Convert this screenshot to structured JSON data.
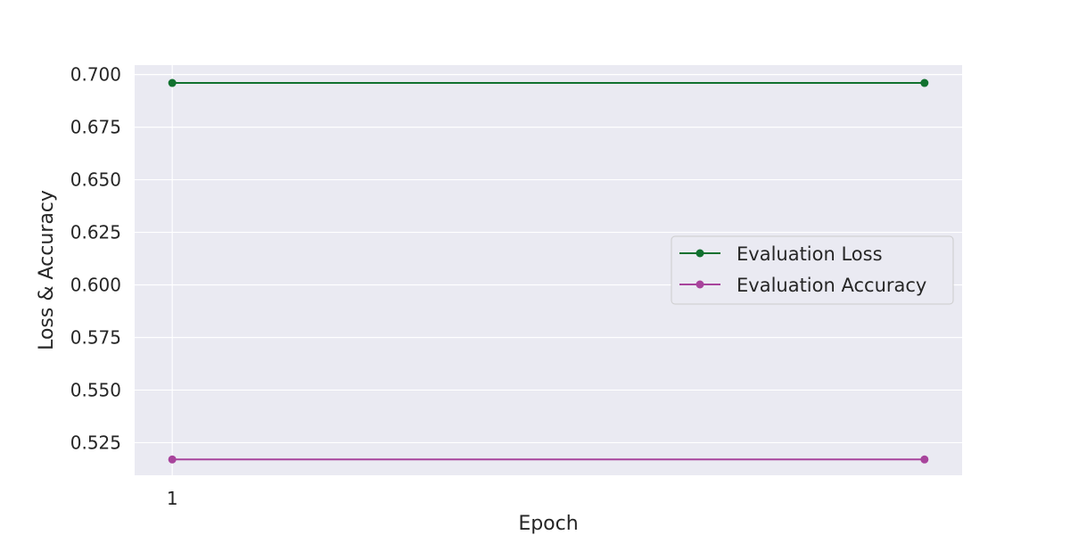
{
  "chart_data": {
    "type": "line",
    "xlabel": "Epoch",
    "ylabel": "Loss & Accuracy",
    "x": [
      1,
      2
    ],
    "x_tick_labels": [
      "1"
    ],
    "xlim": [
      0.95,
      2.05
    ],
    "ylim": [
      0.5095,
      0.7045
    ],
    "y_ticks": [
      0.525,
      0.55,
      0.575,
      0.6,
      0.625,
      0.65,
      0.675,
      0.7
    ],
    "y_tick_labels": [
      "0.525",
      "0.550",
      "0.575",
      "0.600",
      "0.625",
      "0.650",
      "0.675",
      "0.700"
    ],
    "grid": true,
    "legend_position": "center-right",
    "series": [
      {
        "name": "Evaluation Loss",
        "values": [
          0.696,
          0.696
        ],
        "color": "#11712f"
      },
      {
        "name": "Evaluation Accuracy",
        "values": [
          0.517,
          0.517
        ],
        "color": "#a8449c"
      }
    ],
    "colors": {
      "plot_background": "#eaeaf2",
      "grid": "#ffffff",
      "text": "#262626"
    }
  }
}
